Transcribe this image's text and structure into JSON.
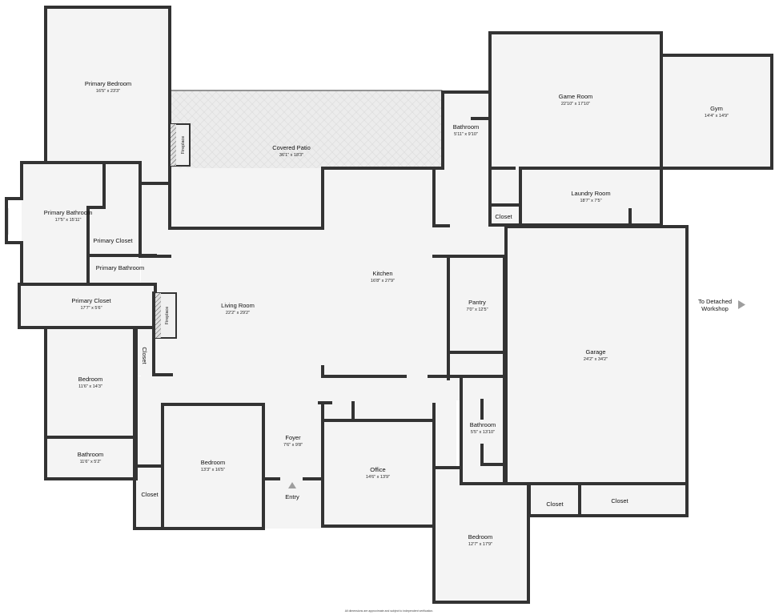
{
  "rooms": {
    "primary_bedroom": {
      "name": "Primary Bedroom",
      "dim": "16'5\" x 23'3\""
    },
    "covered_patio": {
      "name": "Covered Patio",
      "dim": "36'1\" x 18'3\""
    },
    "bathroom_1": {
      "name": "Bathroom",
      "dim": "5'11\" x 9'10\""
    },
    "game_room": {
      "name": "Game Room",
      "dim": "22'10\" x 17'10\""
    },
    "gym": {
      "name": "Gym",
      "dim": "14'4\" x 14'9\""
    },
    "primary_bathroom": {
      "name": "Primary Bathroom",
      "dim": "17'5\" x 15'11\""
    },
    "primary_closet_small": {
      "name": "Primary Closet"
    },
    "primary_bathroom_small": {
      "name": "Primary Bathroom"
    },
    "primary_closet": {
      "name": "Primary Closet",
      "dim": "17'7\" x 5'6\""
    },
    "laundry_room": {
      "name": "Laundry Room",
      "dim": "18'7\" x 7'5\""
    },
    "closet_laundry": {
      "name": "Closet"
    },
    "kitchen": {
      "name": "Kitchen",
      "dim": "16'8\" x 27'9\""
    },
    "living_room": {
      "name": "Living Room",
      "dim": "22'2\" x 29'2\""
    },
    "pantry": {
      "name": "Pantry",
      "dim": "7'0\" x 12'5\""
    },
    "garage": {
      "name": "Garage",
      "dim": "24'2\" x 34'2\""
    },
    "closet_hall": {
      "name": "Closet"
    },
    "bedroom_1": {
      "name": "Bedroom",
      "dim": "11'6\" x 14'3\""
    },
    "bathroom_2": {
      "name": "Bathroom",
      "dim": "11'6\" x 5'2\""
    },
    "bedroom_2": {
      "name": "Bedroom",
      "dim": "13'3\" x 16'5\""
    },
    "closet_bedroom": {
      "name": "Closet"
    },
    "foyer": {
      "name": "Foyer",
      "dim": "7'6\" x 9'8\""
    },
    "office": {
      "name": "Office",
      "dim": "14'6\" x 13'9\""
    },
    "bathroom_3": {
      "name": "Bathroom",
      "dim": "5'5\" x 13'10\""
    },
    "closet_garage_1": {
      "name": "Closet"
    },
    "closet_garage_2": {
      "name": "Closet"
    },
    "bedroom_3": {
      "name": "Bedroom",
      "dim": "12'7\" x 17'9\""
    }
  },
  "fireplaces": [
    "Fireplace",
    "Fireplace"
  ],
  "entry_label": "Entry",
  "workshop_label_line1": "To Detached",
  "workshop_label_line2": "Workshop",
  "footer": "All dimensions are approximate and subject to independent verification.",
  "colors": {
    "wall": "#333333",
    "floor": "#f4f4f4",
    "patio": "#ebebeb",
    "arrow": "#9e9e9e"
  }
}
